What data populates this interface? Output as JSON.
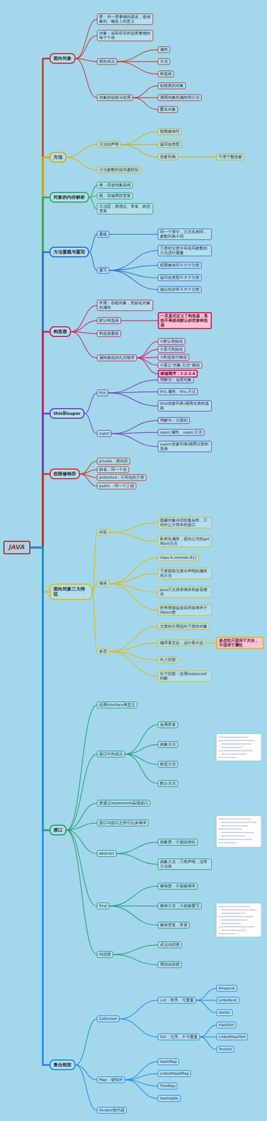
{
  "diagram": {
    "nodes": [
      {
        "text": [
          "JAVA"
        ]
      },
      {
        "text": [
          "面向对象"
        ]
      },
      {
        "text": [
          "类：对一类事物的描述，是抽象的、概念上的定义"
        ]
      },
      {
        "text": [
          "对象：实际存在的该类事物的每个个体"
        ]
      },
      {
        "text": [
          "类的成员"
        ]
      },
      {
        "text": [
          "属性"
        ]
      },
      {
        "text": [
          "方法"
        ]
      },
      {
        "text": [
          "构造器"
        ]
      },
      {
        "text": [
          "对象的创建与使用"
        ]
      },
      {
        "text": [
          "创建类的对象"
        ]
      },
      {
        "text": [
          "调用对象的属性和方法"
        ]
      },
      {
        "text": [
          "匿名对象"
        ]
      },
      {
        "text": [
          "方法"
        ]
      },
      {
        "text": [
          "方法的声明"
        ]
      },
      {
        "text": [
          "权限修饰符"
        ]
      },
      {
        "text": [
          "返回值类型"
        ]
      },
      {
        "text": [
          "形参列表"
        ]
      },
      {
        "text": [
          "可变个数形参"
        ]
      },
      {
        "text": [
          "方法参数的值传递机制"
        ]
      },
      {
        "text": [
          "对象的内存解析"
        ]
      },
      {
        "text": [
          "堆：存放对象实例"
        ]
      },
      {
        "text": [
          "栈：存储局部变量"
        ]
      },
      {
        "text": [
          "方法区：类信息、常量、静态变量"
        ]
      },
      {
        "text": [
          "方法重载与重写"
        ]
      },
      {
        "text": [
          "重载"
        ]
      },
      {
        "text": [
          "同一个类中，方法名相同，参数列表不同"
        ]
      },
      {
        "text": [
          "重写"
        ]
      },
      {
        "text": [
          "子类对父类中同名同参数的方法进行覆盖"
        ]
      },
      {
        "text": [
          "权限修饰符不小于父类"
        ]
      },
      {
        "text": [
          "返回值类型不大于父类"
        ]
      },
      {
        "text": [
          "抛出的异常不大于父类"
        ]
      },
      {
        "text": [
          "构造器"
        ]
      },
      {
        "text": [
          "作用：创建对象，初始化对象的属性"
        ]
      },
      {
        "text": [
          "默认构造器"
        ]
      },
      {
        "text": [
          "一旦显式定义了构造器，系统不再提供默认的空参构造器"
        ]
      },
      {
        "text": [
          "构造器重载"
        ]
      },
      {
        "text": [
          "属性赋值的先后顺序"
        ]
      },
      {
        "text": [
          "①默认初始化"
        ]
      },
      {
        "text": [
          "②显式初始化"
        ]
      },
      {
        "text": [
          "③构造器中赋值"
        ]
      },
      {
        "text": [
          "④通过“对象.方法”赋值"
        ]
      },
      {
        "text": [
          "赋值顺序：1-2-3-4"
        ]
      },
      {
        "text": [
          "this和super"
        ]
      },
      {
        "text": [
          "this"
        ]
      },
      {
        "text": [
          "理解为：当前对象"
        ]
      },
      {
        "text": [
          "this.属性、this.方法"
        ]
      },
      {
        "text": [
          "this(形参列表)调用本类构造器"
        ]
      },
      {
        "text": [
          "super"
        ]
      },
      {
        "text": [
          "理解为：父类的"
        ]
      },
      {
        "text": [
          "super.属性、super.方法"
        ]
      },
      {
        "text": [
          "super(形参列表)调用父类构造器"
        ]
      },
      {
        "text": [
          "权限修饰符"
        ]
      },
      {
        "text": [
          "private：类内部"
        ]
      },
      {
        "text": [
          "缺省：同一个包"
        ]
      },
      {
        "text": [
          "protected：不同包的子类"
        ]
      },
      {
        "text": [
          "public：同一个工程"
        ]
      },
      {
        "text": [
          "面向对象三大特征"
        ]
      },
      {
        "text": [
          "封装"
        ]
      },
      {
        "text": [
          "隐藏对象内部的复杂性，只对外公开简单的接口"
        ]
      },
      {
        "text": [
          "私有化属性，提供公共的get和set方法"
        ]
      },
      {
        "text": [
          "继承"
        ]
      },
      {
        "text": [
          "class A extends B{}"
        ]
      },
      {
        "text": [
          "子类获取父类中声明的属性和方法"
        ]
      },
      {
        "text": [
          "Java只支持单继承和多层继承"
        ]
      },
      {
        "text": [
          "所有类都直接或间接继承于Object类"
        ]
      },
      {
        "text": [
          "多态"
        ]
      },
      {
        "text": [
          "父类的引用指向子类的对象"
        ]
      },
      {
        "text": [
          "编译看左边，运行看右边"
        ]
      },
      {
        "text": [
          "多态性只适用于方法，不适用于属性"
        ]
      },
      {
        "text": [
          "向上转型"
        ]
      },
      {
        "text": [
          "向下转型：使用instanceof判断"
        ]
      },
      {
        "text": [
          "接口"
        ]
      },
      {
        "text": [
          "使用interface来定义"
        ]
      },
      {
        "text": [
          "接口中的成员"
        ]
      },
      {
        "text": [
          "全局常量"
        ]
      },
      {
        "text": [
          "抽象方法"
        ]
      },
      {
        "text": [
          "静态方法"
        ]
      },
      {
        "text": [
          "默认方法"
        ]
      },
      {
        "text": [
          "类通过implements实现接口"
        ]
      },
      {
        "text": [
          "接口与接口之间可以多继承"
        ]
      },
      {
        "text": [
          "abstract"
        ]
      },
      {
        "text": [
          "抽象类：不能实例化"
        ]
      },
      {
        "text": [
          "抽象方法：只有声明，没有方法体"
        ]
      },
      {
        "text": [
          "final"
        ]
      },
      {
        "text": [
          "修饰类：不能被继承"
        ]
      },
      {
        "text": [
          "修饰方法：不能被重写"
        ]
      },
      {
        "text": [
          "修饰变量：常量"
        ]
      },
      {
        "text": [
          "内部类"
        ]
      },
      {
        "text": [
          "成员内部类"
        ]
      },
      {
        "text": [
          "局部内部类"
        ]
      },
      {
        "text": [
          "集合框架"
        ]
      },
      {
        "text": [
          "Collection"
        ]
      },
      {
        "text": [
          "List：有序、可重复"
        ]
      },
      {
        "text": [
          "ArrayList"
        ]
      },
      {
        "text": [
          "LinkedList"
        ]
      },
      {
        "text": [
          "Vector"
        ]
      },
      {
        "text": [
          "Set：无序、不可重复"
        ]
      },
      {
        "text": [
          "HashSet"
        ]
      },
      {
        "text": [
          "LinkedHashSet"
        ]
      },
      {
        "text": [
          "TreeSet"
        ]
      },
      {
        "text": [
          "Map：键值对"
        ]
      },
      {
        "text": [
          "HashMap"
        ]
      },
      {
        "text": [
          "LinkedHashMap"
        ]
      },
      {
        "text": [
          "TreeMap"
        ]
      },
      {
        "text": [
          "Hashtable"
        ]
      },
      {
        "text": [
          "Iterator迭代器"
        ]
      }
    ],
    "edges": [
      {
        "from": 0,
        "to": 1,
        "arrow": "none"
      },
      {
        "from": 1,
        "to": 2,
        "arrow": "none"
      },
      {
        "from": 1,
        "to": 3,
        "arrow": "none"
      },
      {
        "from": 1,
        "to": 4,
        "arrow": "none"
      },
      {
        "from": 4,
        "to": 5,
        "arrow": "none"
      },
      {
        "from": 4,
        "to": 6,
        "arrow": "none"
      },
      {
        "from": 4,
        "to": 7,
        "arrow": "none"
      },
      {
        "from": 1,
        "to": 8,
        "arrow": "none"
      },
      {
        "from": 8,
        "to": 9,
        "arrow": "none"
      },
      {
        "from": 8,
        "to": 10,
        "arrow": "none"
      },
      {
        "from": 8,
        "to": 11,
        "arrow": "none"
      },
      {
        "from": 0,
        "to": 12,
        "arrow": "none"
      },
      {
        "from": 12,
        "to": 13,
        "arrow": "none"
      },
      {
        "from": 13,
        "to": 14,
        "arrow": "none"
      },
      {
        "from": 13,
        "to": 15,
        "arrow": "none"
      },
      {
        "from": 13,
        "to": 16,
        "arrow": "none"
      },
      {
        "from": 16,
        "to": 17,
        "arrow": "none"
      },
      {
        "from": 12,
        "to": 18,
        "arrow": "none"
      },
      {
        "from": 0,
        "to": 19,
        "arrow": "none"
      },
      {
        "from": 19,
        "to": 20,
        "arrow": "none"
      },
      {
        "from": 19,
        "to": 21,
        "arrow": "none"
      },
      {
        "from": 19,
        "to": 22,
        "arrow": "none"
      },
      {
        "from": 0,
        "to": 23,
        "arrow": "none"
      },
      {
        "from": 23,
        "to": 24,
        "arrow": "none"
      },
      {
        "from": 24,
        "to": 25,
        "arrow": "none"
      },
      {
        "from": 23,
        "to": 26,
        "arrow": "none"
      },
      {
        "from": 26,
        "to": 27,
        "arrow": "none"
      },
      {
        "from": 26,
        "to": 28,
        "arrow": "none"
      },
      {
        "from": 26,
        "to": 29,
        "arrow": "none"
      },
      {
        "from": 26,
        "to": 30,
        "arrow": "none"
      },
      {
        "from": 0,
        "to": 31,
        "arrow": "none"
      },
      {
        "from": 31,
        "to": 32,
        "arrow": "none"
      },
      {
        "from": 31,
        "to": 33,
        "arrow": "none"
      },
      {
        "from": 33,
        "to": 34,
        "arrow": "none"
      },
      {
        "from": 31,
        "to": 35,
        "arrow": "none"
      },
      {
        "from": 31,
        "to": 36,
        "arrow": "none"
      },
      {
        "from": 36,
        "to": 37,
        "arrow": "none"
      },
      {
        "from": 36,
        "to": 38,
        "arrow": "none"
      },
      {
        "from": 36,
        "to": 39,
        "arrow": "none"
      },
      {
        "from": 36,
        "to": 40,
        "arrow": "none"
      },
      {
        "from": 36,
        "to": 41,
        "arrow": "none"
      },
      {
        "from": 0,
        "to": 42,
        "arrow": "none"
      },
      {
        "from": 42,
        "to": 43,
        "arrow": "none"
      },
      {
        "from": 43,
        "to": 44,
        "arrow": "none"
      },
      {
        "from": 43,
        "to": 45,
        "arrow": "none"
      },
      {
        "from": 43,
        "to": 46,
        "arrow": "none"
      },
      {
        "from": 42,
        "to": 47,
        "arrow": "none"
      },
      {
        "from": 47,
        "to": 48,
        "arrow": "none"
      },
      {
        "from": 47,
        "to": 49,
        "arrow": "none"
      },
      {
        "from": 47,
        "to": 50,
        "arrow": "none"
      },
      {
        "from": 0,
        "to": 51,
        "arrow": "none"
      },
      {
        "from": 51,
        "to": 52,
        "arrow": "none"
      },
      {
        "from": 51,
        "to": 53,
        "arrow": "none"
      },
      {
        "from": 51,
        "to": 54,
        "arrow": "none"
      },
      {
        "from": 51,
        "to": 55,
        "arrow": "none"
      },
      {
        "from": 0,
        "to": 56,
        "arrow": "none"
      },
      {
        "from": 56,
        "to": 57,
        "arrow": "none"
      },
      {
        "from": 57,
        "to": 58,
        "arrow": "none"
      },
      {
        "from": 57,
        "to": 59,
        "arrow": "none"
      },
      {
        "from": 56,
        "to": 60,
        "arrow": "none"
      },
      {
        "from": 60,
        "to": 61,
        "arrow": "none"
      },
      {
        "from": 60,
        "to": 62,
        "arrow": "none"
      },
      {
        "from": 60,
        "to": 63,
        "arrow": "none"
      },
      {
        "from": 60,
        "to": 64,
        "arrow": "none"
      },
      {
        "from": 56,
        "to": 65,
        "arrow": "none"
      },
      {
        "from": 65,
        "to": 66,
        "arrow": "none"
      },
      {
        "from": 65,
        "to": 67,
        "arrow": "none"
      },
      {
        "from": 67,
        "to": 68,
        "arrow": "none"
      },
      {
        "from": 65,
        "to": 69,
        "arrow": "none"
      },
      {
        "from": 65,
        "to": 70,
        "arrow": "none"
      },
      {
        "from": 0,
        "to": 71,
        "arrow": "none"
      },
      {
        "from": 71,
        "to": 72,
        "arrow": "none"
      },
      {
        "from": 71,
        "to": 73,
        "arrow": "none"
      },
      {
        "from": 73,
        "to": 74,
        "arrow": "none"
      },
      {
        "from": 73,
        "to": 75,
        "arrow": "none"
      },
      {
        "from": 73,
        "to": 76,
        "arrow": "none"
      },
      {
        "from": 73,
        "to": 77,
        "arrow": "none"
      },
      {
        "from": 71,
        "to": 78,
        "arrow": "none"
      },
      {
        "from": 71,
        "to": 79,
        "arrow": "none"
      },
      {
        "from": 71,
        "to": 80,
        "arrow": "none"
      },
      {
        "from": 80,
        "to": 81,
        "arrow": "none"
      },
      {
        "from": 80,
        "to": 82,
        "arrow": "none"
      },
      {
        "from": 71,
        "to": 83,
        "arrow": "none"
      },
      {
        "from": 83,
        "to": 84,
        "arrow": "none"
      },
      {
        "from": 83,
        "to": 85,
        "arrow": "none"
      },
      {
        "from": 83,
        "to": 86,
        "arrow": "none"
      },
      {
        "from": 71,
        "to": 87,
        "arrow": "none"
      },
      {
        "from": 87,
        "to": 88,
        "arrow": "none"
      },
      {
        "from": 87,
        "to": 89,
        "arrow": "none"
      },
      {
        "from": 0,
        "to": 90,
        "arrow": "none"
      },
      {
        "from": 90,
        "to": 91,
        "arrow": "none"
      },
      {
        "from": 91,
        "to": 92,
        "arrow": "none"
      },
      {
        "from": 92,
        "to": 93,
        "arrow": "none"
      },
      {
        "from": 92,
        "to": 94,
        "arrow": "none"
      },
      {
        "from": 92,
        "to": 95,
        "arrow": "none"
      },
      {
        "from": 91,
        "to": 96,
        "arrow": "none"
      },
      {
        "from": 96,
        "to": 97,
        "arrow": "none"
      },
      {
        "from": 96,
        "to": 98,
        "arrow": "none"
      },
      {
        "from": 96,
        "to": 99,
        "arrow": "none"
      },
      {
        "from": 90,
        "to": 100,
        "arrow": "none"
      },
      {
        "from": 100,
        "to": 101,
        "arrow": "none"
      },
      {
        "from": 100,
        "to": 102,
        "arrow": "none"
      },
      {
        "from": 100,
        "to": 103,
        "arrow": "none"
      },
      {
        "from": 100,
        "to": 104,
        "arrow": "none"
      },
      {
        "from": 90,
        "to": 105,
        "arrow": "none"
      }
    ]
  }
}
